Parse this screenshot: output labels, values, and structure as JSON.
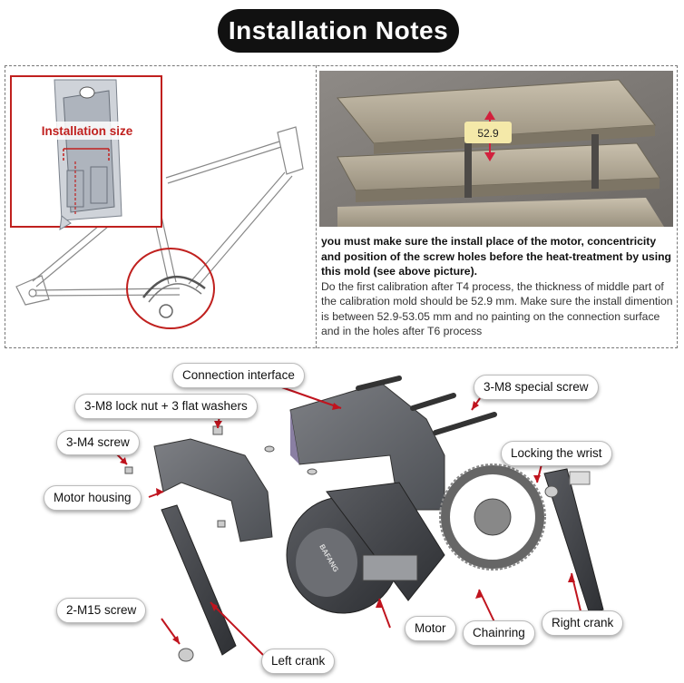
{
  "title": "Installation Notes",
  "frame_callout": "Installation size",
  "mold_measurement": "52.9",
  "notes": {
    "bold": "you must make sure the install place of the motor, concentricity and position of the screw holes before the heat-treatment by using this mold (see above picture).",
    "normal": "Do the first calibration after T4 process, the thickness of middle part of the calibration mold should be 52.9 mm. Make sure the install dimention is between 52.9-53.05 mm and no painting on the connection surface and in the holes after T6 process"
  },
  "motor_brand": "BAFANG",
  "parts": {
    "connection_interface": "Connection interface",
    "lock_nut": "3-M8 lock nut + 3 flat washers",
    "m4_screw": "3-M4 screw",
    "motor_housing": "Motor housing",
    "m15_screw": "2-M15 screw",
    "left_crank": "Left crank",
    "motor": "Motor",
    "chainring": "Chainring",
    "right_crank": "Right crank",
    "locking_wrist": "Locking the wrist",
    "special_screw": "3-M8 special screw"
  }
}
